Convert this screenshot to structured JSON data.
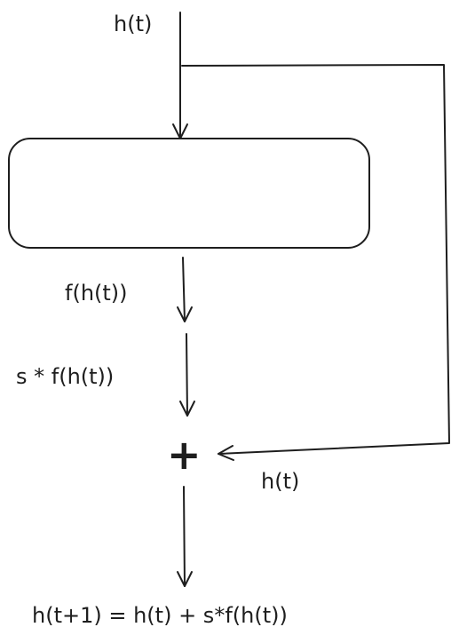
{
  "labels": {
    "input": "h(t)",
    "block_output": "f(h(t))",
    "scaled_output": "s * f(h(t))",
    "skip_input": "h(t)",
    "result": "h(t+1) = h(t) + s*f(h(t))"
  },
  "operator": {
    "symbol": "+"
  },
  "colors": {
    "stroke": "#1e1e1e",
    "background": "#ffffff"
  }
}
